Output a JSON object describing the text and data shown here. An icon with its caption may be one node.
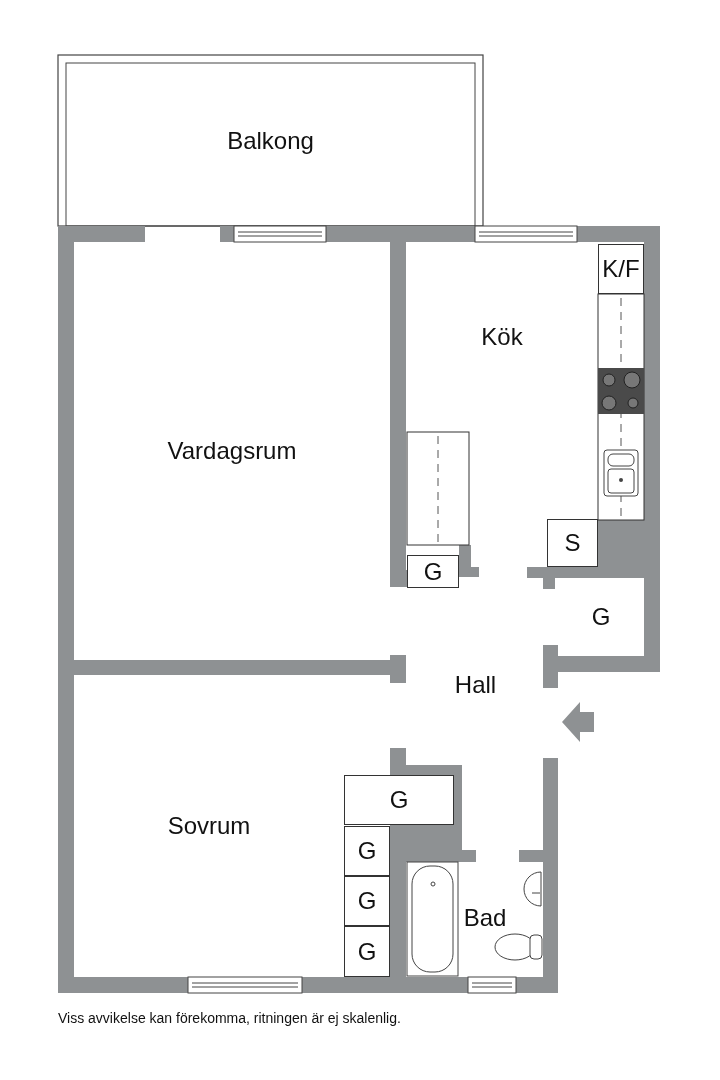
{
  "diagram": {
    "caption": "Viss avvikelse kan förekomma, ritningen är ej skalenlig.",
    "nodes": [
      {
        "text": [
          "Balkong"
        ]
      },
      {
        "text": [
          "K/F"
        ]
      },
      {
        "text": [
          "Kök"
        ]
      },
      {
        "text": [
          "Vardagsrum"
        ]
      },
      {
        "text": [
          "S"
        ]
      },
      {
        "text": [
          "G"
        ]
      },
      {
        "text": [
          "G"
        ]
      },
      {
        "text": [
          "Hall"
        ]
      },
      {
        "text": [
          "G"
        ]
      },
      {
        "text": [
          "Sovrum"
        ]
      },
      {
        "text": [
          "G"
        ]
      },
      {
        "text": [
          "G"
        ]
      },
      {
        "text": [
          "Bad"
        ]
      },
      {
        "text": [
          "G"
        ]
      }
    ]
  }
}
